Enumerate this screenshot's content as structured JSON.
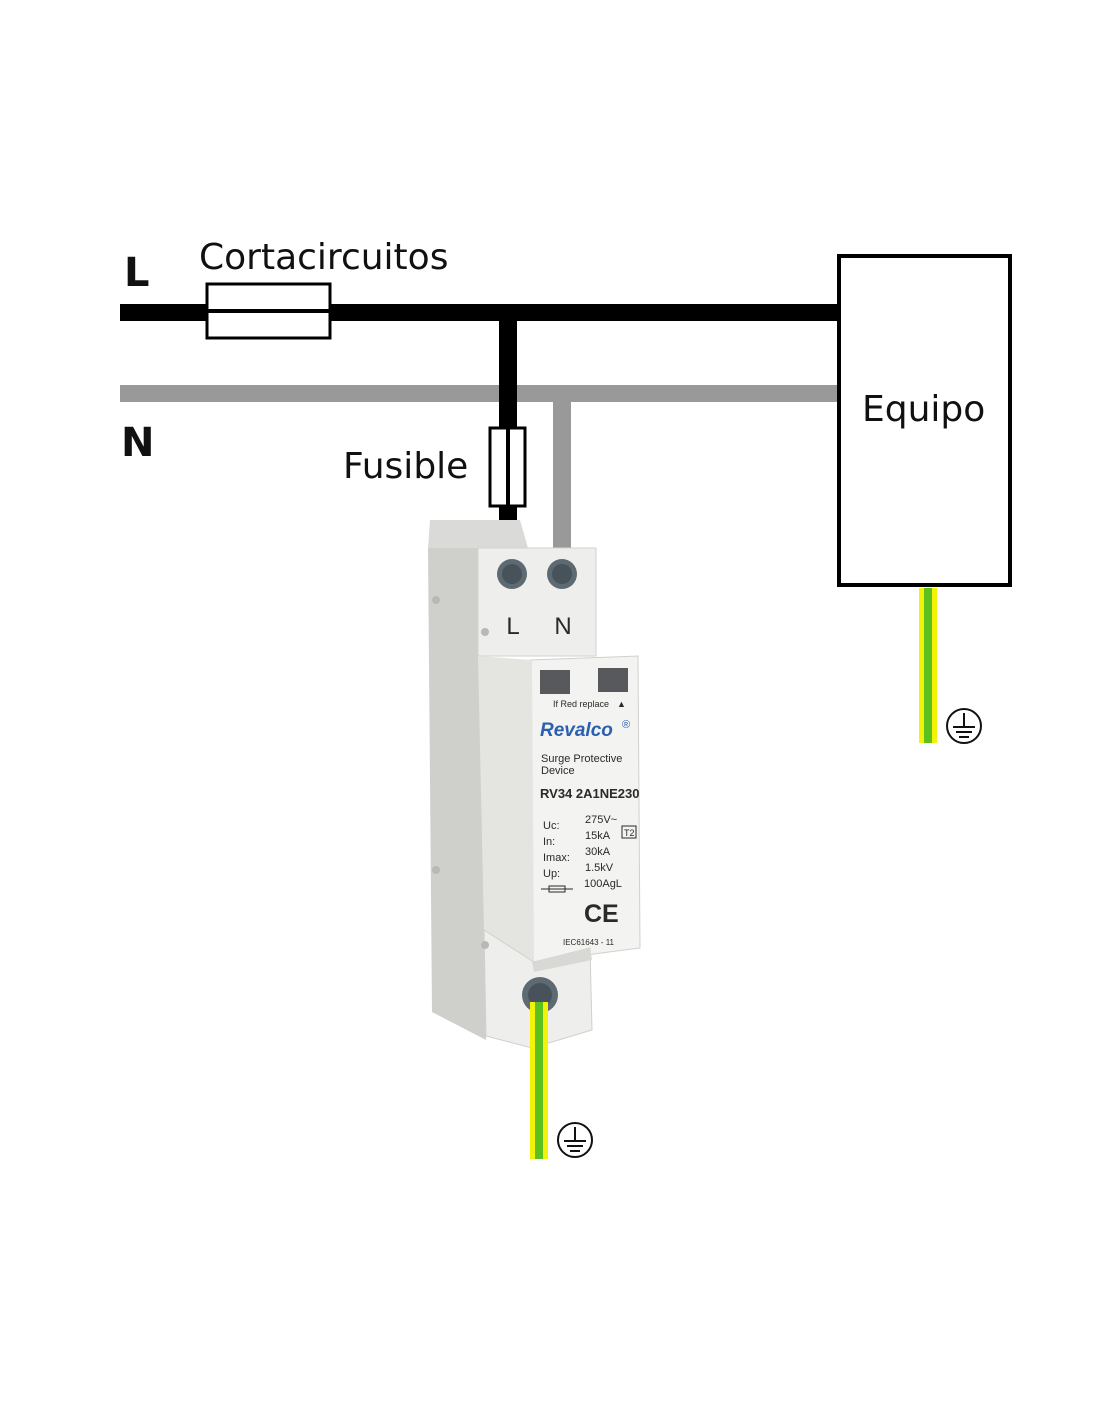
{
  "labels": {
    "line": "L",
    "neutral": "N",
    "breaker": "Cortacircuitos",
    "fuse": "Fusible",
    "equipment": "Equipo"
  },
  "device": {
    "terminal_l": "L",
    "terminal_n": "N",
    "indicator_text": "If Red replace",
    "indicator_arrow": "▲",
    "brand": "Revalco",
    "brand_mark": "®",
    "desc_line1": "Surge Protective",
    "desc_line2": "Device",
    "model": "RV34 2A1NE230",
    "specs": [
      {
        "key": "Uc:",
        "value": "275V~"
      },
      {
        "key": "In:",
        "value": "15kA"
      },
      {
        "key": "Imax:",
        "value": "30kA"
      },
      {
        "key": "Up:",
        "value": "1.5kV"
      },
      {
        "key": "",
        "value": "100AgL"
      }
    ],
    "class_badge": "T2",
    "ce_mark": "CE",
    "standard": "IEC61643 - 11"
  },
  "colors": {
    "line_conductor": "#000000",
    "neutral_conductor": "#999999",
    "earth_green": "#5cc01e",
    "earth_yellow": "#f2f20a",
    "device_body": "#eeeeec",
    "brand_blue": "#2b5fb0"
  }
}
